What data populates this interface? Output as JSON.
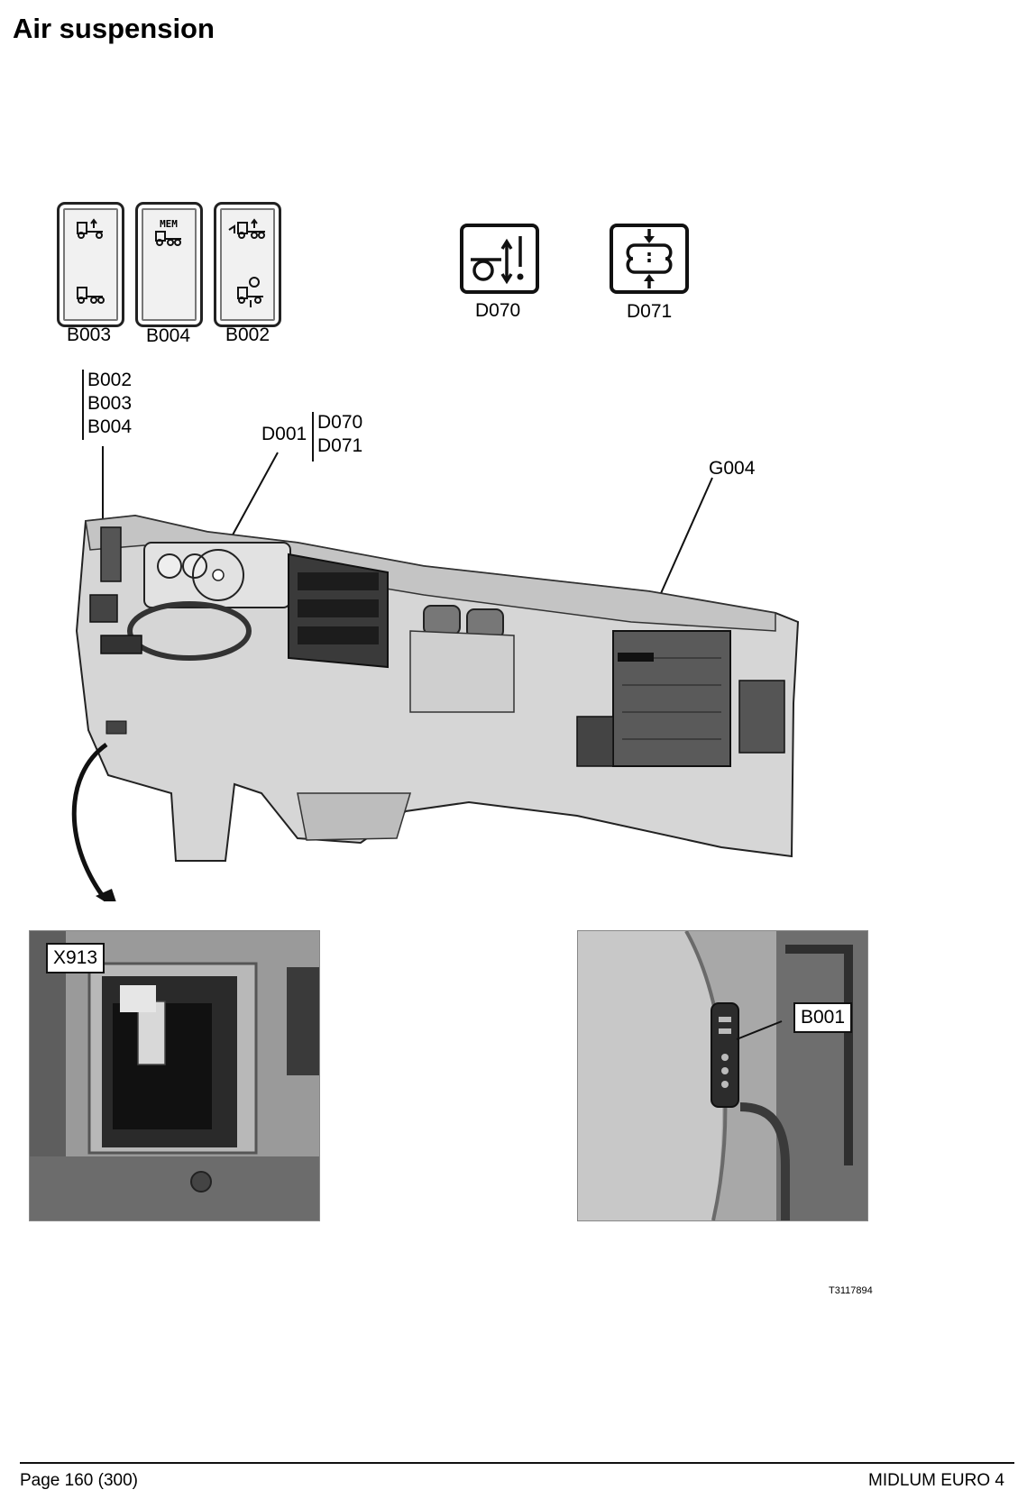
{
  "title": "Air suspension",
  "switches": [
    {
      "code": "B003",
      "icon": "truck-raise-lower-icon"
    },
    {
      "code": "B004",
      "icon": "memory-icon",
      "text": "MEM"
    },
    {
      "code": "B002",
      "icon": "axle-lift-icon"
    }
  ],
  "indicators": [
    {
      "code": "D070",
      "icon": "suspension-warning-icon"
    },
    {
      "code": "D071",
      "icon": "bellows-icon"
    }
  ],
  "dashboard_labels": {
    "group_b": [
      "B002",
      "B003",
      "B004"
    ],
    "d001": "D001",
    "group_d": [
      "D070",
      "D071"
    ],
    "g004": "G004"
  },
  "photo_left": {
    "label": "X913"
  },
  "photo_right": {
    "label": "B001"
  },
  "doc_id": "T3117894",
  "footer": {
    "page": "Page 160 (300)",
    "model": "MIDLUM EURO 4"
  }
}
